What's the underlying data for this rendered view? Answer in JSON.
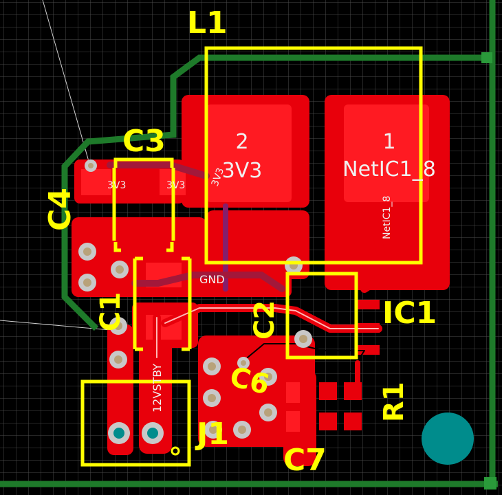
{
  "colors": {
    "background": "#000000",
    "grid": "#4a4a4a",
    "copper_top": "#e8000b",
    "copper_dark": "#b80008",
    "silkscreen": "#ffff00",
    "outline": "#1e7a2a",
    "via_hole": "#b8a27a",
    "via_ring": "#c8c8c8",
    "mounting_hole": "#008c8c",
    "bottom_trace": "#3030ff",
    "net_text": "#f0f0f0"
  },
  "designators": {
    "l1": "L1",
    "c3": "C3",
    "c4": "C4",
    "c1": "C1",
    "c2": "C2",
    "ic1": "IC1",
    "c6": "C6",
    "j1": "J1",
    "c7": "C7",
    "r1": "R1"
  },
  "pads": {
    "l1_pad2_number": "2",
    "l1_pad2_net": "3V3",
    "l1_pad1_number": "1",
    "l1_pad1_net": "NetIC1_8"
  },
  "net_labels": {
    "c3_left": "3V3",
    "c3_right": "3V3",
    "trace_3v3": "3V3",
    "pad1_vertical": "NetIC1_8",
    "gnd": "GND",
    "j1_net": "12VSTBY"
  },
  "icons": [
    "via-icon",
    "mounting-hole-icon",
    "pin1-marker-icon"
  ]
}
